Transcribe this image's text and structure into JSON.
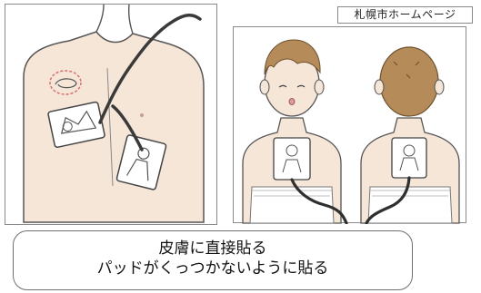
{
  "source_label": "札幌市ホームページ",
  "caption": {
    "line1": "皮膚に直接貼る",
    "line2": "パッドがくっつかないように貼る"
  },
  "colors": {
    "skin": "#f6e6d8",
    "skin_outline": "#555555",
    "hair": "#b58b59",
    "pad": "#ffffff",
    "cable": "#3a3a3a",
    "highlight_circle": "#d66f6f",
    "border": "#8a8a8a"
  },
  "illustrations": {
    "left": "adult-torso-with-aed-pads",
    "right": "child-front-and-back-with-aed-pads"
  }
}
